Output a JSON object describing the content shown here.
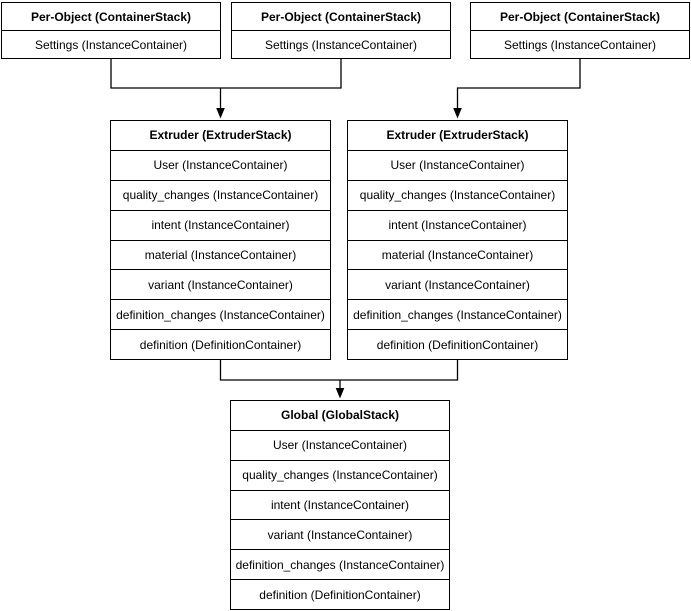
{
  "diagram": {
    "colors": {
      "background": "#ffffff",
      "stroke": "#000000",
      "text": "#000000"
    },
    "nodes": [
      {
        "id": "per-object-left",
        "title": "Per-Object (ContainerStack)",
        "rows": [
          "Settings (InstanceContainer)"
        ]
      },
      {
        "id": "per-object-middle",
        "title": "Per-Object (ContainerStack)",
        "rows": [
          "Settings (InstanceContainer)"
        ]
      },
      {
        "id": "per-object-right",
        "title": "Per-Object (ContainerStack)",
        "rows": [
          "Settings (InstanceContainer)"
        ]
      },
      {
        "id": "extruder-left",
        "title": "Extruder (ExtruderStack)",
        "rows": [
          "User (InstanceContainer)",
          "quality_changes (InstanceContainer)",
          "intent (InstanceContainer)",
          "material (InstanceContainer)",
          "variant (InstanceContainer)",
          "definition_changes (InstanceContainer)",
          "definition (DefinitionContainer)"
        ]
      },
      {
        "id": "extruder-right",
        "title": "Extruder (ExtruderStack)",
        "rows": [
          "User (InstanceContainer)",
          "quality_changes (InstanceContainer)",
          "intent (InstanceContainer)",
          "material (InstanceContainer)",
          "variant (InstanceContainer)",
          "definition_changes (InstanceContainer)",
          "definition (DefinitionContainer)"
        ]
      },
      {
        "id": "global-stack",
        "title": "Global (GlobalStack)",
        "rows": [
          "User (InstanceContainer)",
          "quality_changes (InstanceContainer)",
          "intent (InstanceContainer)",
          "variant (InstanceContainer)",
          "definition_changes (InstanceContainer)",
          "definition (DefinitionContainer)"
        ]
      }
    ],
    "edges": [
      {
        "from": [
          "per-object-left",
          "per-object-middle"
        ],
        "to": "extruder-left"
      },
      {
        "from": [
          "per-object-right"
        ],
        "to": "extruder-right"
      },
      {
        "from": [
          "extruder-left",
          "extruder-right"
        ],
        "to": "global-stack"
      }
    ]
  }
}
